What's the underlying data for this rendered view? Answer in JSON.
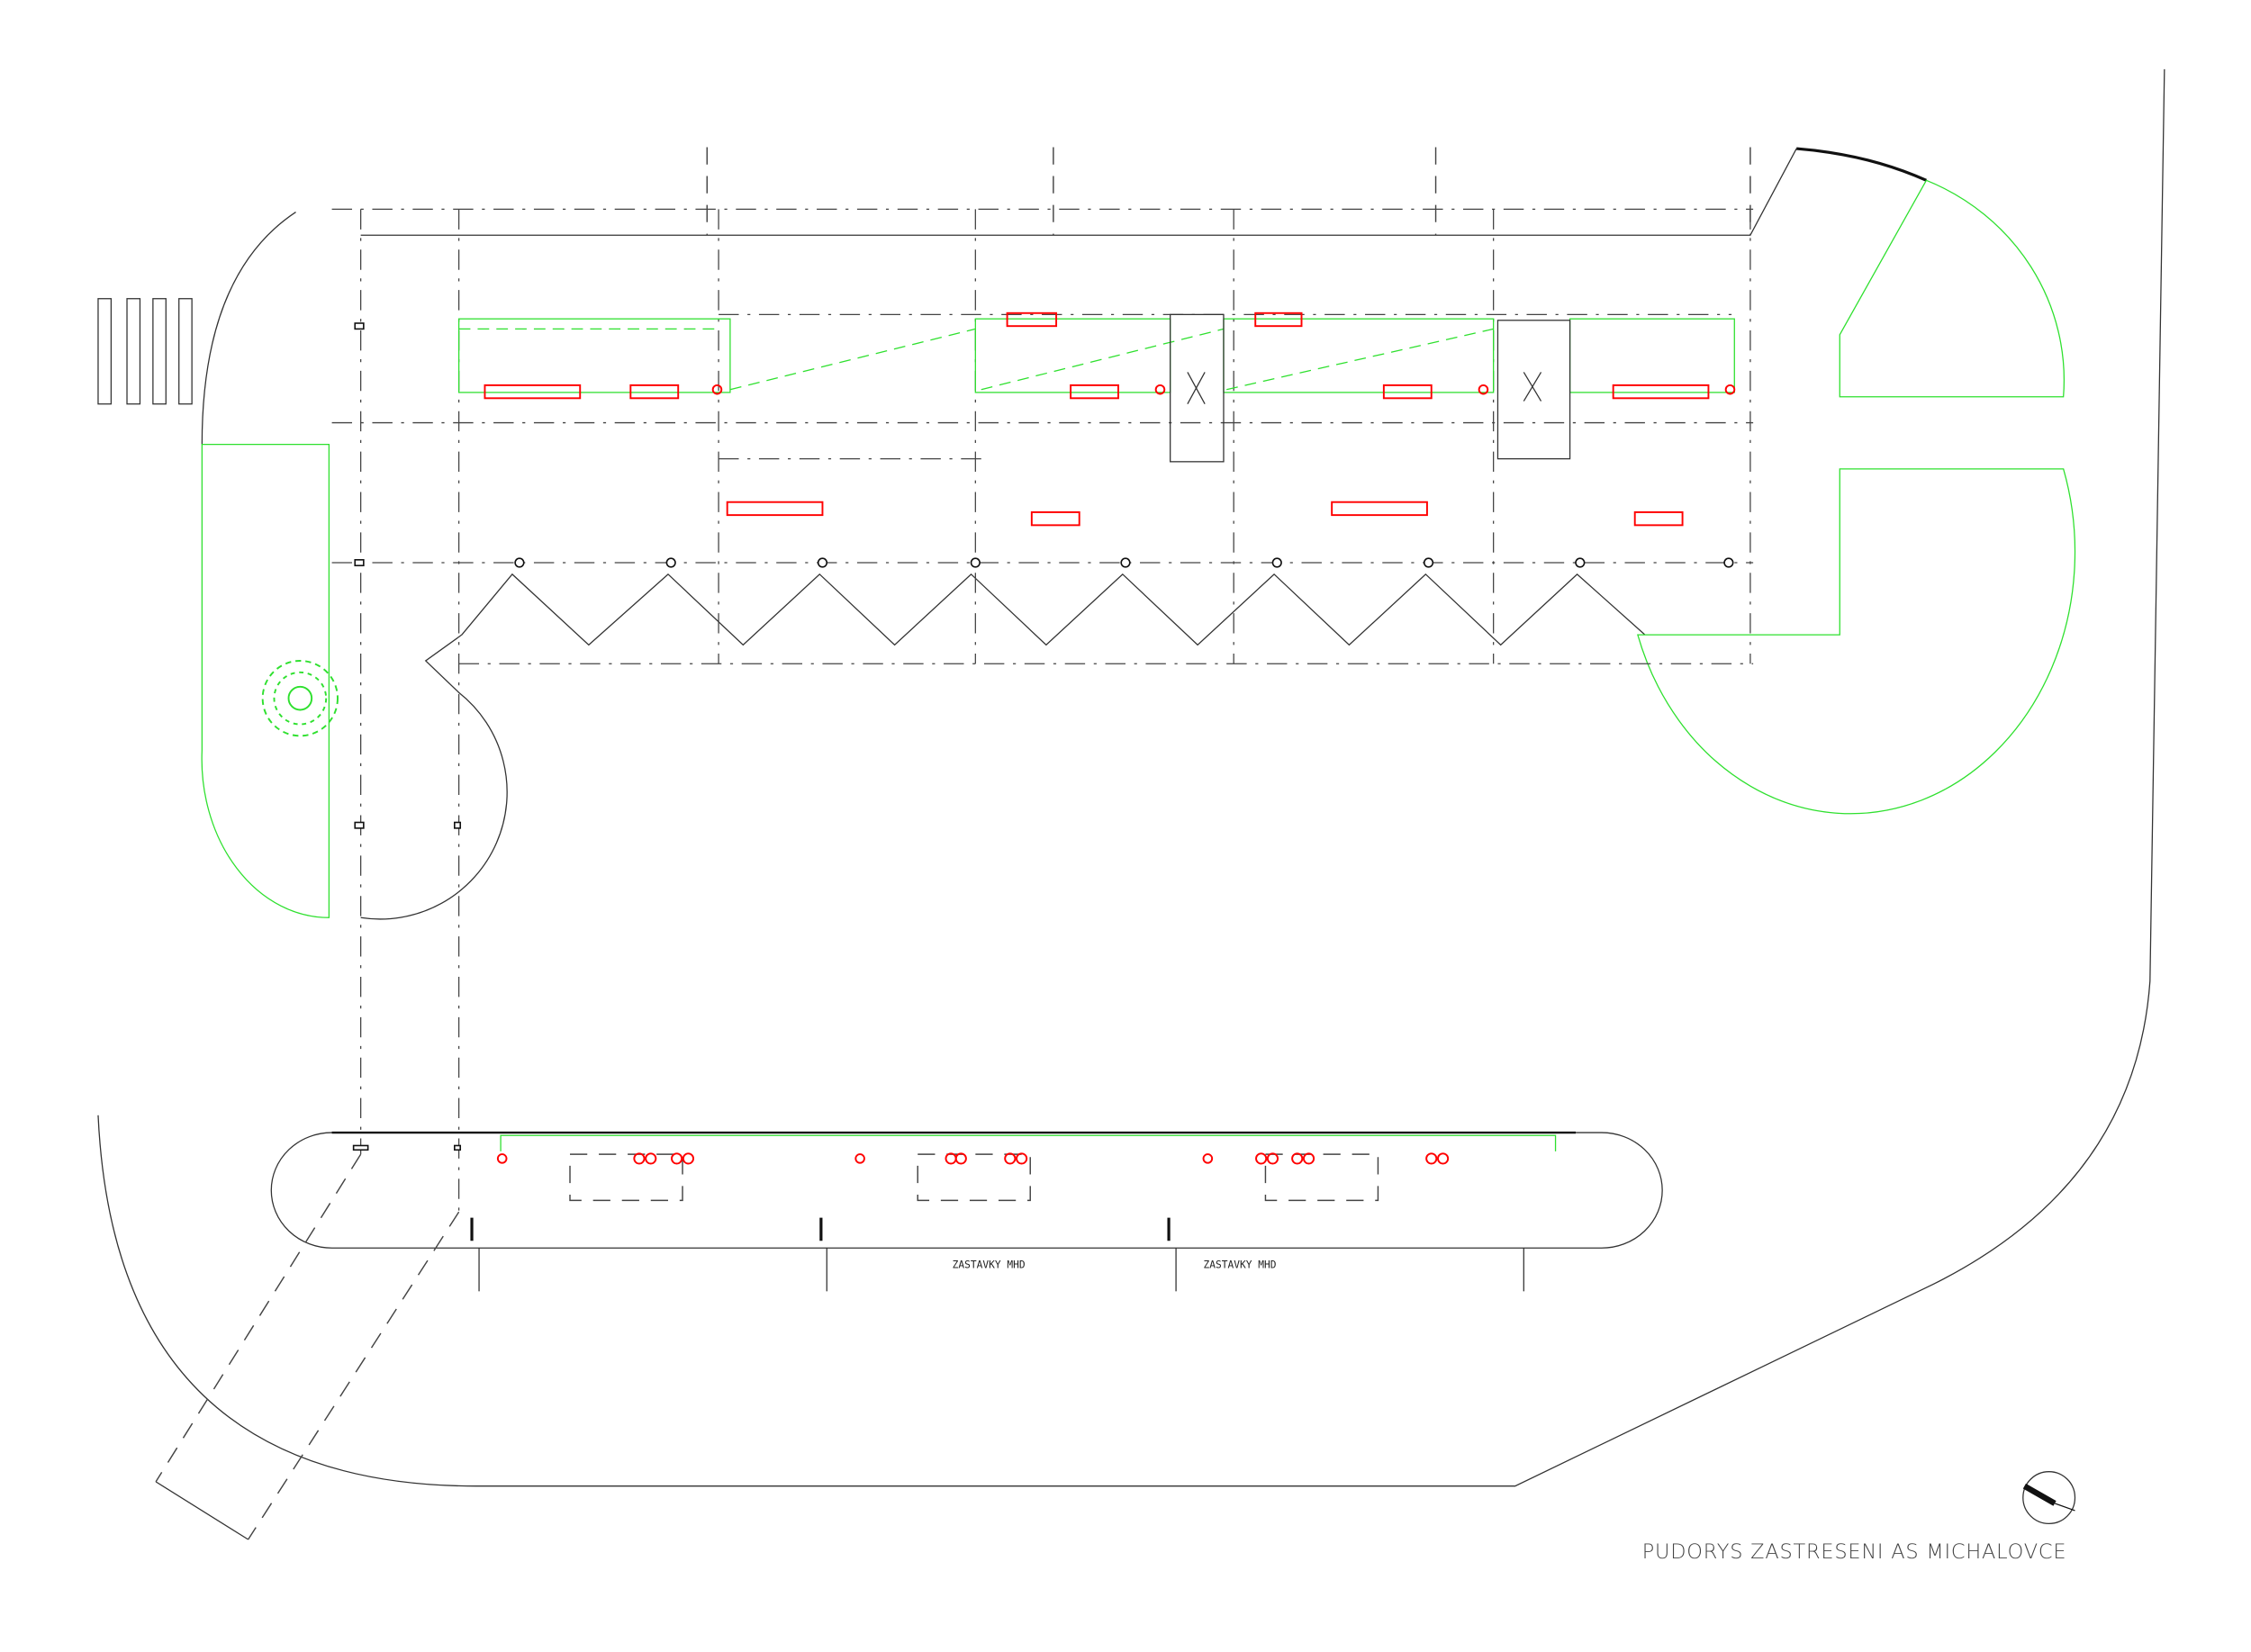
{
  "drawing": {
    "title": "PUDORYS ZASTRESENI AS MICHALOVCE",
    "labels": [
      "ZASTAVKY MHD",
      "ZASTAVKY MHD"
    ],
    "colors": {
      "outline": "#333333",
      "green": "#2ee02e",
      "red": "#ff0000"
    },
    "icons": [
      "north-arrow-icon",
      "tree-icon"
    ]
  }
}
